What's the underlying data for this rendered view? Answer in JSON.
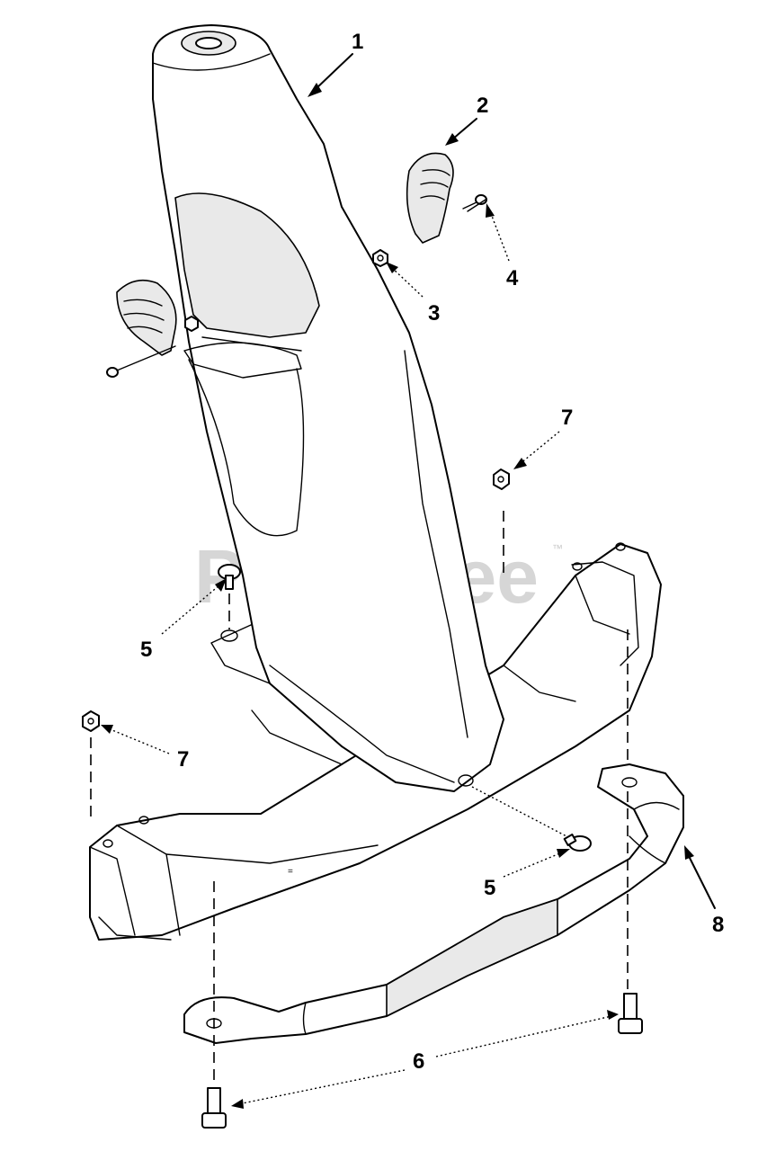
{
  "watermark": {
    "text": "PartsTree",
    "trademark": "™"
  },
  "callouts": [
    {
      "id": "callout-1",
      "number": "1"
    },
    {
      "id": "callout-2",
      "number": "2"
    },
    {
      "id": "callout-3",
      "number": "3"
    },
    {
      "id": "callout-4",
      "number": "4"
    },
    {
      "id": "callout-5a",
      "number": "5"
    },
    {
      "id": "callout-5b",
      "number": "5"
    },
    {
      "id": "callout-6",
      "number": "6"
    },
    {
      "id": "callout-7a",
      "number": "7"
    },
    {
      "id": "callout-7b",
      "number": "7"
    },
    {
      "id": "callout-8",
      "number": "8"
    }
  ],
  "colors": {
    "line": "#000000",
    "background": "#ffffff",
    "watermark": "#d6d6d6"
  }
}
